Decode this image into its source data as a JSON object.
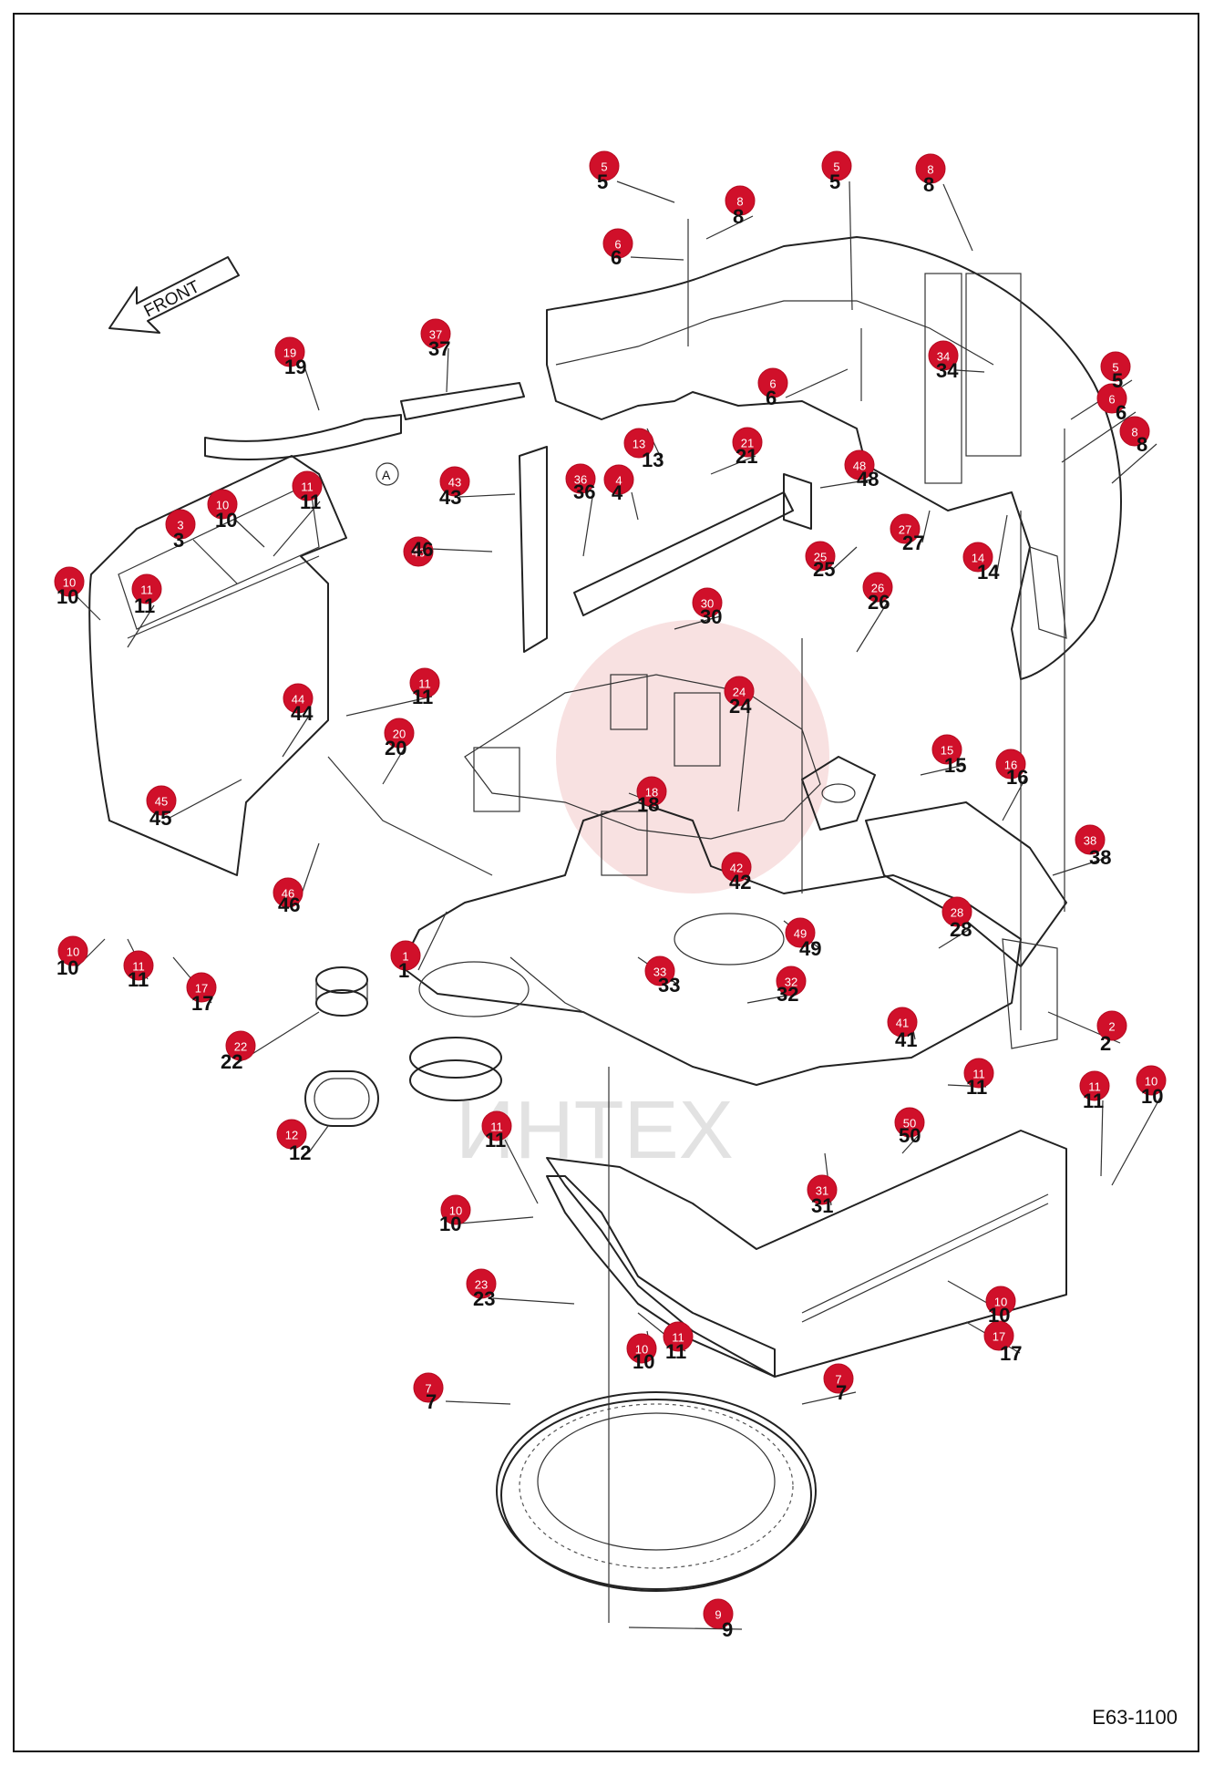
{
  "document_code": "E63-1100",
  "front_label": "FRONT",
  "detail_mark": "A",
  "watermark": "ИНТЕХ",
  "colors": {
    "marker": "#d0102a",
    "line": "#222222",
    "watermark": "#f3c8c8"
  },
  "callouts": [
    {
      "n": "1"
    },
    {
      "n": "2"
    },
    {
      "n": "3"
    },
    {
      "n": "4"
    },
    {
      "n": "5"
    },
    {
      "n": "5"
    },
    {
      "n": "5"
    },
    {
      "n": "6"
    },
    {
      "n": "6"
    },
    {
      "n": "6"
    },
    {
      "n": "7"
    },
    {
      "n": "7"
    },
    {
      "n": "8"
    },
    {
      "n": "8"
    },
    {
      "n": "8"
    },
    {
      "n": "9"
    },
    {
      "n": "10"
    },
    {
      "n": "10"
    },
    {
      "n": "10"
    },
    {
      "n": "10"
    },
    {
      "n": "10"
    },
    {
      "n": "10"
    },
    {
      "n": "10"
    },
    {
      "n": "11"
    },
    {
      "n": "11"
    },
    {
      "n": "11"
    },
    {
      "n": "11"
    },
    {
      "n": "11"
    },
    {
      "n": "11"
    },
    {
      "n": "11"
    },
    {
      "n": "11"
    },
    {
      "n": "12"
    },
    {
      "n": "13"
    },
    {
      "n": "14"
    },
    {
      "n": "15"
    },
    {
      "n": "16"
    },
    {
      "n": "17"
    },
    {
      "n": "17"
    },
    {
      "n": "18"
    },
    {
      "n": "19"
    },
    {
      "n": "20"
    },
    {
      "n": "21"
    },
    {
      "n": "22"
    },
    {
      "n": "23"
    },
    {
      "n": "24"
    },
    {
      "n": "25"
    },
    {
      "n": "26"
    },
    {
      "n": "27"
    },
    {
      "n": "28"
    },
    {
      "n": "30"
    },
    {
      "n": "31"
    },
    {
      "n": "32"
    },
    {
      "n": "33"
    },
    {
      "n": "34"
    },
    {
      "n": "36"
    },
    {
      "n": "37"
    },
    {
      "n": "38"
    },
    {
      "n": "41"
    },
    {
      "n": "42"
    },
    {
      "n": "43"
    },
    {
      "n": "44"
    },
    {
      "n": "45"
    },
    {
      "n": "46"
    },
    {
      "n": "46"
    },
    {
      "n": "48"
    },
    {
      "n": "49"
    },
    {
      "n": "50"
    }
  ]
}
